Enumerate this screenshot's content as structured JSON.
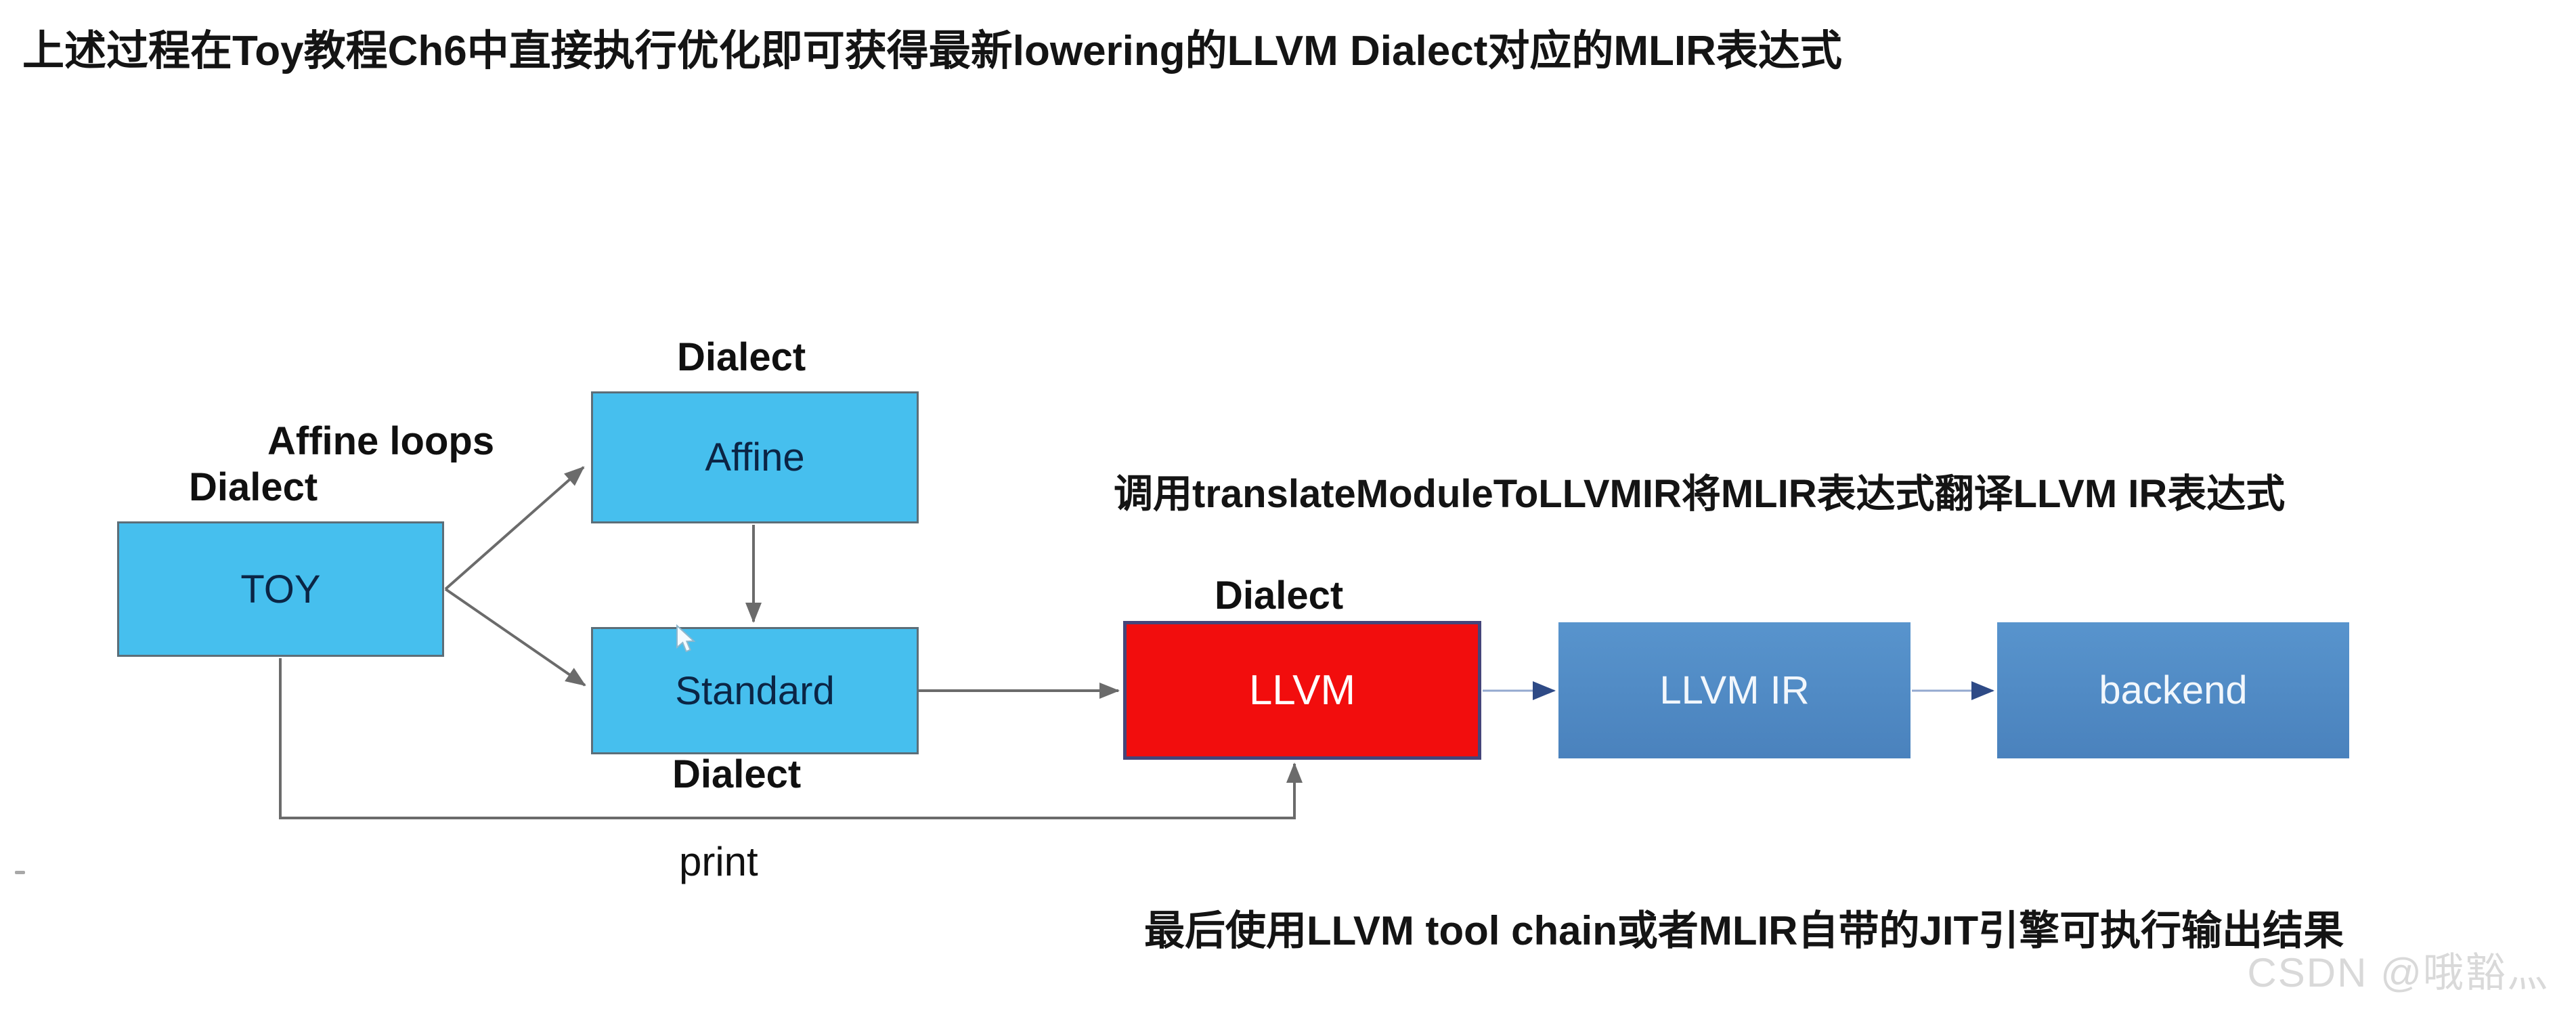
{
  "texts": {
    "top": "上述过程在Toy教程Ch6中直接执行优化即可获得最新lowering的LLVM Dialect对应的MLIR表达式",
    "middle": "调用translateModuleToLLVMIR将MLIR表达式翻译LLVM IR表达式",
    "bottom": "最后使用LLVM tool chain或者MLIR自带的JIT引擎可执行输出结果"
  },
  "watermark": "CSDN @哦豁灬",
  "labels": {
    "dialect_above_affine": "Dialect",
    "affine_loops": "Affine loops",
    "dialect_above_toy": "Dialect",
    "dialect_above_llvm": "Dialect",
    "dialect_below_standard": "Dialect",
    "print": "print"
  },
  "nodes": {
    "toy": {
      "label": "TOY"
    },
    "affine": {
      "label": "Affine"
    },
    "standard": {
      "label": "Standard"
    },
    "llvm": {
      "label": "LLVM"
    },
    "llvm_ir": {
      "label": "LLVM IR"
    },
    "backend": {
      "label": "backend"
    }
  },
  "colors": {
    "node_light_blue_fill": "#46bfee",
    "node_light_blue_border": "#5c6e78",
    "node_light_blue_text": "#0b2545",
    "node_red_fill": "#f20d0d",
    "node_red_border": "#45457a",
    "node_medium_blue_top": "#5894cd",
    "node_medium_blue_bottom": "#4a82bd",
    "arrow_gray": "#6b6b6b",
    "arrow_blue_line": "#93a9cf",
    "arrow_blue_head": "#2e4a86",
    "watermark_gray": "#d9d9d9",
    "background": "#ffffff"
  }
}
